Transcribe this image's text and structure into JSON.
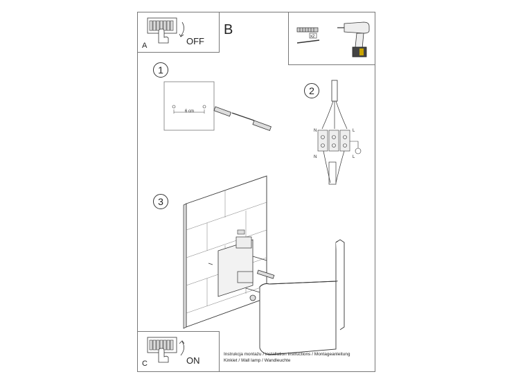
{
  "panels": {
    "a": {
      "letter": "A",
      "switch_label": "OFF"
    },
    "b": {
      "letter": "B",
      "quantity_label": "x2"
    },
    "c": {
      "letter": "C",
      "switch_label": "ON"
    }
  },
  "steps": [
    {
      "number": "1",
      "distance_label": "6 cm"
    },
    {
      "number": "2",
      "wire_labels": {
        "n": "N",
        "l": "L"
      }
    },
    {
      "number": "3"
    }
  ],
  "caption": {
    "line1": "Instrukcja montażu / installation instructions / Montageanleitung",
    "line2": "Kinkiet / Wall lamp / Wandleuchte"
  }
}
